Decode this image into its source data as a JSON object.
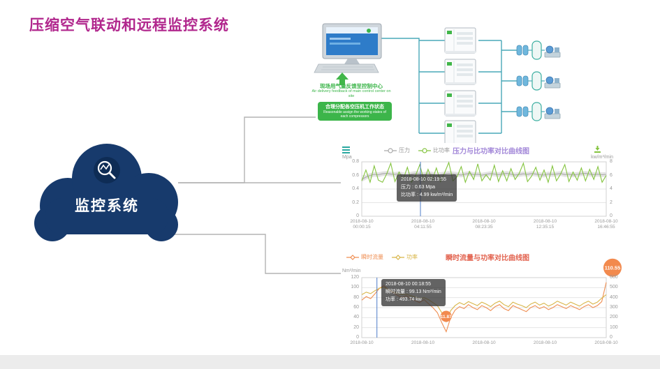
{
  "title": "压缩空气联动和远程监控系统",
  "cloud": {
    "label": "监控系统",
    "color": "#173a6c"
  },
  "diagram": {
    "feedback_cn": "现场用气量反馈至控制中心",
    "feedback_en": "Air delivery feedback of main control center on site",
    "assign_cn": "合理分配各空压机工作状态",
    "assign_en": "Reasonable assign the working states of each compressors",
    "compressor_count": 4
  },
  "colors": {
    "title": "#b1278d",
    "cloud": "#173a6c",
    "diagram_green": "#3cb54a",
    "pipe": "#49a8b8",
    "chart1_title": "#a287d8",
    "chart2_title": "#e2614d",
    "crosshair": "#4d7cc9",
    "badge": "#f28a4e"
  },
  "chart_data": [
    {
      "type": "line",
      "title": "压力与比功率对比曲线图",
      "marker": "circle",
      "legend_text_mode": "gray",
      "grid": true,
      "x_ticks": [
        {
          "date": "2018-08-10",
          "time": "00:00:15"
        },
        {
          "date": "2018-08-10",
          "time": "04:11:55"
        },
        {
          "date": "2018-08-10",
          "time": "08:23:35"
        },
        {
          "date": "2018-08-10",
          "time": "12:35:15"
        },
        {
          "date": "2018-08-10",
          "time": "16:46:55"
        }
      ],
      "y_left": {
        "unit": "Mpa",
        "range": [
          0,
          0.8
        ],
        "ticks": [
          0,
          0.2,
          0.4,
          0.6,
          0.8
        ]
      },
      "y_right": {
        "unit": "kw/m³/min",
        "range": [
          0,
          8
        ],
        "ticks": [
          0,
          2,
          4,
          6,
          8
        ]
      },
      "series": [
        {
          "name": "压力",
          "axis": "left",
          "color": "#a9a9a9",
          "band_halfwidth": 0.035,
          "values": [
            0.54,
            0.575,
            0.6,
            0.615,
            0.61,
            0.625,
            0.63,
            0.62,
            0.615,
            0.625,
            0.61,
            0.605,
            0.62,
            0.63,
            0.625,
            0.615,
            0.628,
            0.618,
            0.605,
            0.612,
            0.622,
            0.63,
            0.624,
            0.614,
            0.606,
            0.62,
            0.628,
            0.612,
            0.618,
            0.604,
            0.615,
            0.627,
            0.62,
            0.612,
            0.622,
            0.63,
            0.618,
            0.606,
            0.614,
            0.624,
            0.616,
            0.628,
            0.62,
            0.61,
            0.605,
            0.622,
            0.614,
            0.62,
            0.628,
            0.612,
            0.618,
            0.606,
            0.615,
            0.624,
            0.63,
            0.62,
            0.612,
            0.618,
            0.61,
            0.615
          ]
        },
        {
          "name": "比功率",
          "axis": "right",
          "color": "#85c440",
          "values": [
            5.2,
            6.8,
            5.0,
            7.4,
            5.3,
            4.99,
            6.2,
            7.8,
            5.1,
            6.5,
            5.4,
            7.2,
            5.0,
            6.0,
            7.6,
            5.2,
            6.9,
            5.3,
            7.1,
            5.1,
            6.4,
            7.9,
            5.2,
            5.8,
            7.3,
            5.0,
            6.6,
            5.4,
            7.7,
            5.2,
            6.1,
            5.3,
            7.5,
            5.1,
            6.7,
            5.2,
            7.0,
            5.4,
            6.3,
            7.8,
            5.1,
            5.9,
            7.2,
            5.3,
            6.8,
            5.0,
            7.4,
            5.2,
            6.2,
            7.6,
            5.1,
            6.5,
            5.3,
            7.1,
            5.2,
            6.9,
            5.4,
            7.3,
            5.0,
            6.0
          ]
        }
      ],
      "tooltip": {
        "title": "2018-08-10 02:19:55",
        "lines": [
          "压力 : 0.63 Mpa",
          "比功率 : 4.99 kw/m³/min"
        ],
        "x_fraction": 0.24
      }
    },
    {
      "type": "line",
      "title": "瞬时流量与功率对比曲线图",
      "marker": "diamond",
      "legend_text_mode": "series",
      "grid": true,
      "x_ticks": [
        {
          "date": "2018-08-10",
          "time": ""
        },
        {
          "date": "2018-08-10",
          "time": ""
        },
        {
          "date": "2018-08-10",
          "time": ""
        },
        {
          "date": "2018-08-10",
          "time": ""
        },
        {
          "date": "2018-08-10",
          "time": ""
        }
      ],
      "y_left": {
        "unit": "Nm³/min",
        "range": [
          0,
          120
        ],
        "ticks": [
          0,
          20,
          40,
          60,
          80,
          100,
          120
        ]
      },
      "y_right": {
        "unit": "",
        "range": [
          0,
          600
        ],
        "ticks": [
          0,
          100,
          200,
          300,
          400,
          500,
          600
        ]
      },
      "series": [
        {
          "name": "瞬时流量",
          "axis": "left",
          "color": "#ef8e52",
          "values": [
            75,
            82,
            78,
            88,
            99.13,
            104,
            96,
            90,
            85,
            80,
            84,
            78,
            74,
            70,
            76,
            68,
            60,
            50,
            30,
            11.87,
            40,
            55,
            62,
            58,
            66,
            60,
            56,
            64,
            60,
            54,
            62,
            66,
            58,
            54,
            64,
            60,
            56,
            52,
            60,
            64,
            58,
            62,
            56,
            60,
            66,
            62,
            58,
            64,
            60,
            56,
            62,
            66,
            60,
            64,
            72,
            110.55
          ]
        },
        {
          "name": "功率",
          "axis": "right",
          "color": "#d8b547",
          "values": [
            430,
            455,
            440,
            470,
            493.74,
            505,
            480,
            460,
            445,
            430,
            435,
            420,
            405,
            390,
            400,
            380,
            350,
            320,
            250,
            160,
            270,
            320,
            350,
            330,
            360,
            340,
            320,
            355,
            335,
            310,
            345,
            365,
            330,
            310,
            355,
            335,
            320,
            300,
            335,
            355,
            325,
            345,
            315,
            335,
            365,
            345,
            325,
            355,
            335,
            315,
            345,
            365,
            335,
            355,
            395,
            430
          ]
        }
      ],
      "tooltip": {
        "title": "2018-08-10 00:18:55",
        "lines": [
          "瞬时流量 : 99.13 Nm³/min",
          "功率 : 493.74 kw"
        ],
        "x_fraction": 0.062
      },
      "markers": [
        {
          "label": "11.87",
          "x_fraction": 0.345,
          "value": 11.87,
          "r": 8,
          "dx": 0,
          "dy": -22
        },
        {
          "label": "110.55",
          "x_fraction": 1.0,
          "value": 110.55,
          "r": 13,
          "dx": 9,
          "dy": -21
        }
      ]
    }
  ]
}
